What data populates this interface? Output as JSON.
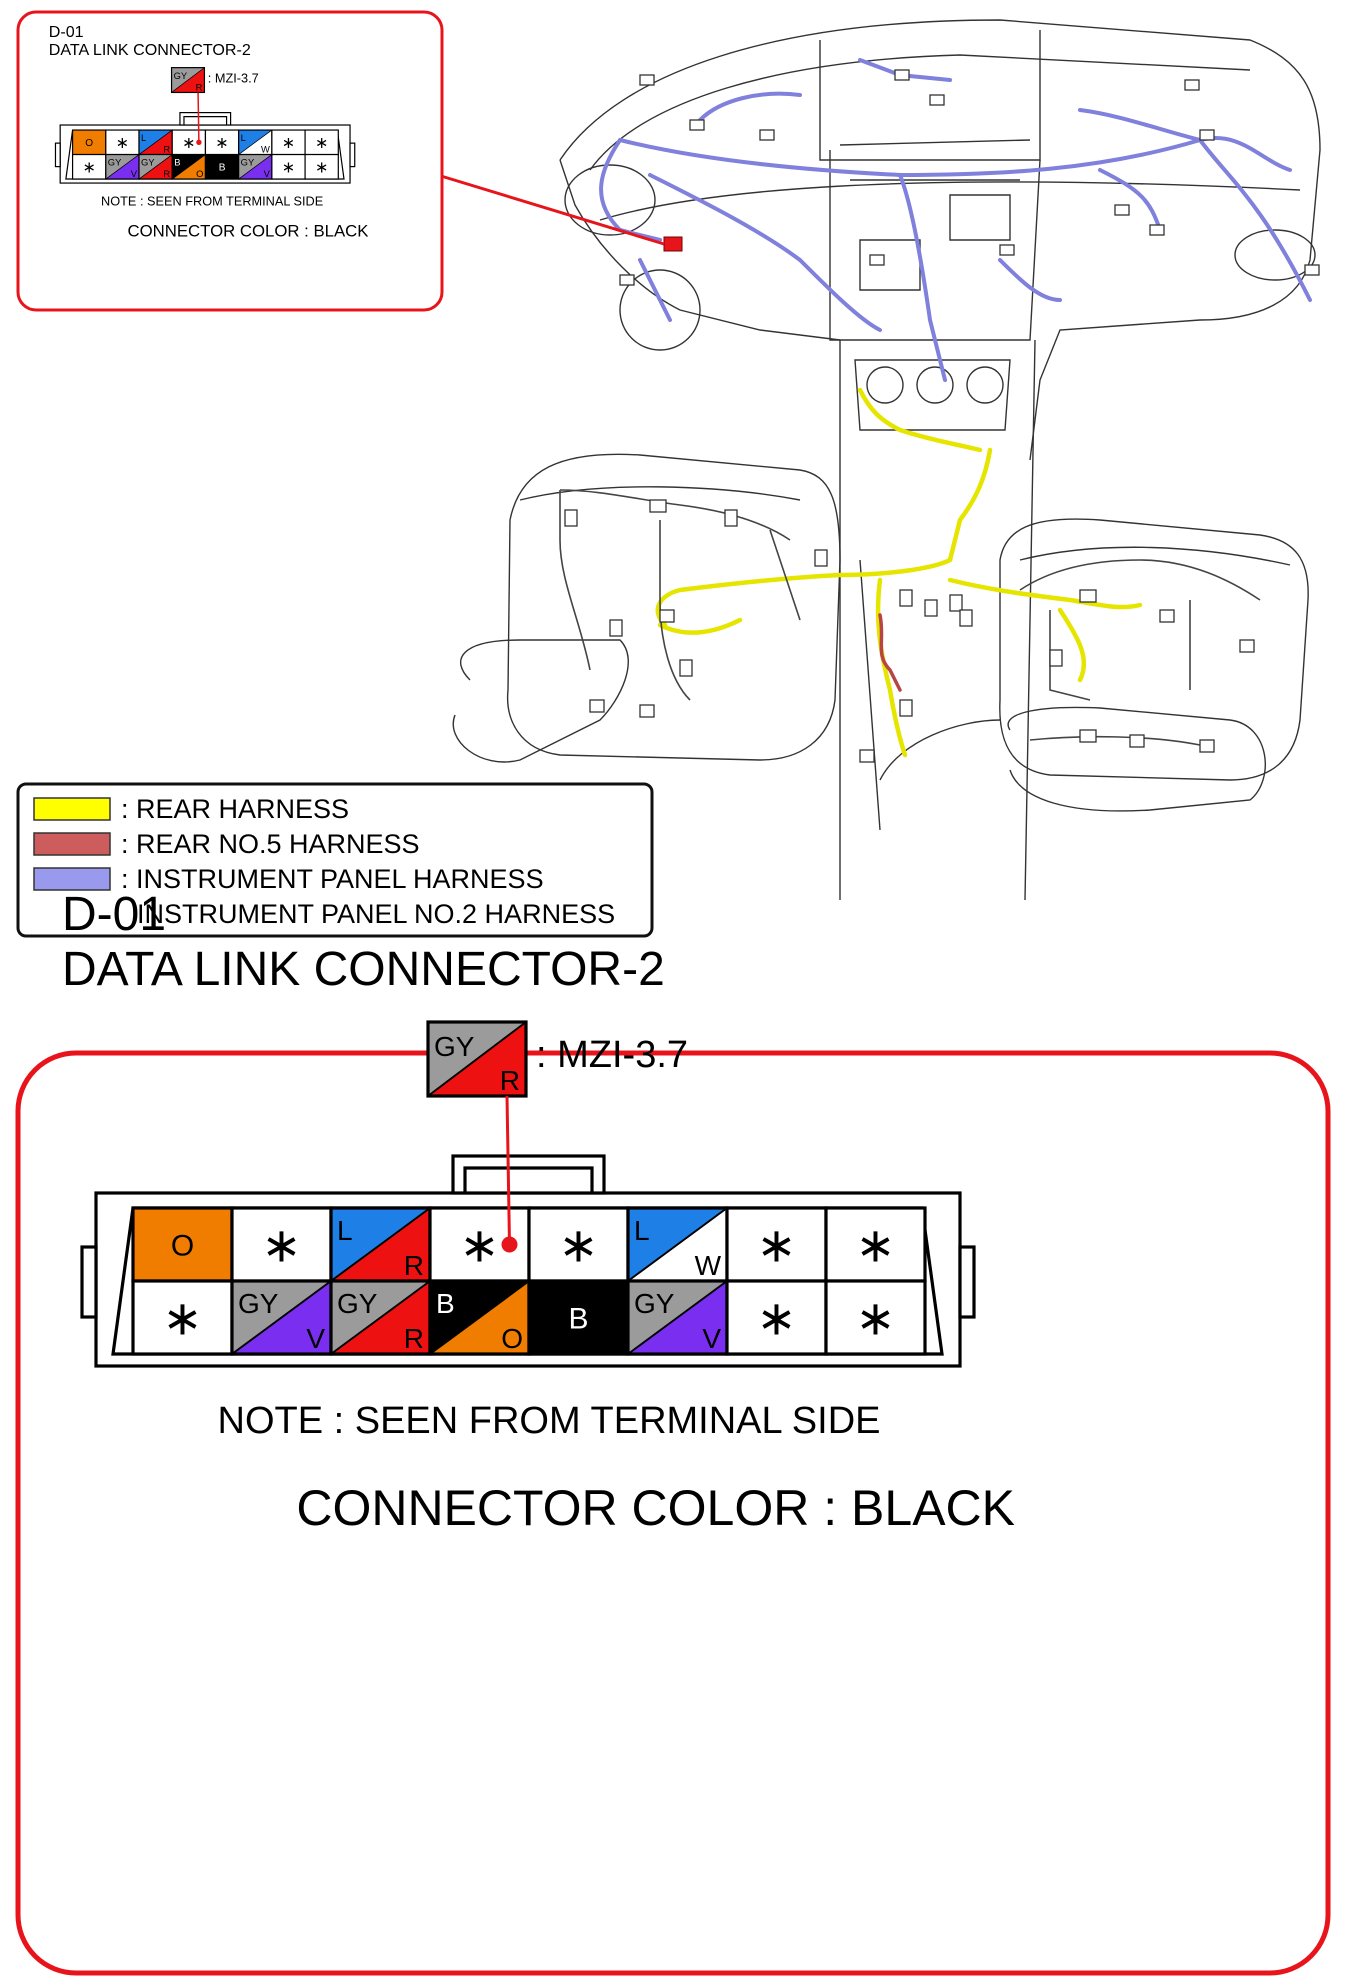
{
  "connector": {
    "id": "D-01",
    "name": "DATA LINK CONNECTOR-2",
    "wire_ref": {
      "top": "GY",
      "bottom": "R",
      "label": ": MZI-3.7"
    },
    "note": "NOTE : SEEN FROM TERMINAL SIDE",
    "color_note": "CONNECTOR COLOR : BLACK",
    "rows": [
      [
        {
          "type": "solid",
          "bg": "#f07c00",
          "label": "O",
          "label_color": "#000"
        },
        {
          "type": "star"
        },
        {
          "type": "split",
          "top": "L",
          "bottom": "R",
          "top_bg": "#1e7fe6",
          "bottom_bg": "#ee1111",
          "top_color": "#000",
          "bottom_color": "#000"
        },
        {
          "type": "star"
        },
        {
          "type": "star"
        },
        {
          "type": "split",
          "top": "L",
          "bottom": "W",
          "top_bg": "#1e7fe6",
          "bottom_bg": "#ffffff",
          "top_color": "#000",
          "bottom_color": "#000"
        },
        {
          "type": "star"
        },
        {
          "type": "star"
        }
      ],
      [
        {
          "type": "star"
        },
        {
          "type": "split",
          "top": "GY",
          "bottom": "V",
          "top_bg": "#9b9b9b",
          "bottom_bg": "#7a2ff0",
          "top_color": "#000",
          "bottom_color": "#000"
        },
        {
          "type": "split",
          "top": "GY",
          "bottom": "R",
          "top_bg": "#9b9b9b",
          "bottom_bg": "#ee1111",
          "top_color": "#000",
          "bottom_color": "#000"
        },
        {
          "type": "split",
          "top": "B",
          "bottom": "O",
          "top_bg": "#000000",
          "bottom_bg": "#f07c00",
          "top_color": "#fff",
          "bottom_color": "#000"
        },
        {
          "type": "solid",
          "bg": "#000000",
          "label": "B",
          "label_color": "#fff"
        },
        {
          "type": "split",
          "top": "GY",
          "bottom": "V",
          "top_bg": "#9b9b9b",
          "bottom_bg": "#7a2ff0",
          "top_color": "#000",
          "bottom_color": "#000"
        },
        {
          "type": "star"
        },
        {
          "type": "star"
        }
      ]
    ],
    "marked_pin": {
      "row": 0,
      "col": 3
    }
  },
  "legend": {
    "items": [
      {
        "color": "#ffff00",
        "label": ": REAR HARNESS"
      },
      {
        "color": "#cd5c5c",
        "label": ": REAR NO.5 HARNESS"
      },
      {
        "color": "#9999ee",
        "label": ": INSTRUMENT PANEL HARNESS"
      },
      {
        "color": "",
        "label": "INSTRUMENT PANEL NO.2 HARNESS"
      }
    ]
  },
  "colors": {
    "accent_red": "#e8141b",
    "harness_blue": "#8080dd",
    "harness_yellow": "#e5e500",
    "harness_red": "#b84444"
  }
}
